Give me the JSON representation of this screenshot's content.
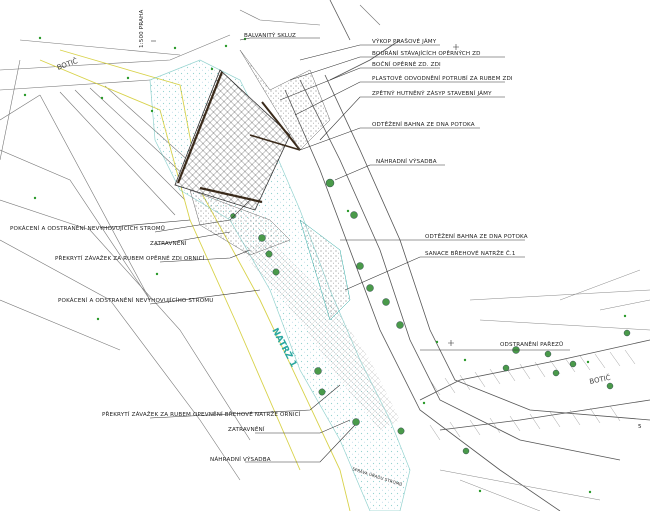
{
  "drawing": {
    "scale_note": "1:500 PRAHA",
    "street_left": "BOTIČ",
    "street_right": "BOTIČ",
    "river_name": "NATRŽ 1",
    "right_edge_label": "5",
    "bottom_road": "SPRÁVA ÚŘADU STROMŮ"
  },
  "labels_right": [
    {
      "id": "vykop",
      "text": "VÝKOP PRAŠOVÉ JÁMY"
    },
    {
      "id": "bouran",
      "text": "BOURÁNÍ STÁVAJÍCÍCH OPĚRNÝCH ZD"
    },
    {
      "id": "bocni",
      "text": "BOČNÍ OPĚRNÉ ZD. ZDI"
    },
    {
      "id": "plastove",
      "text": "PLASTOVÉ ODVODNĚNÍ POTRUBÍ ZA RUBEM ZDI"
    },
    {
      "id": "zpetny",
      "text": "ZPĚTNÝ HUTNĚNÝ ZÁSYP STAVEBNÍ JÁMY"
    },
    {
      "id": "odtezeni1",
      "text": "ODTĚŽENÍ BAHNA ZE DNA POTOKA"
    },
    {
      "id": "nahradni1",
      "text": "NÁHRADNÍ VÝSADBA"
    },
    {
      "id": "odtezeni2",
      "text": "ODTĚŽENÍ BAHNA ZE DNA POTOKA"
    },
    {
      "id": "sanace",
      "text": "SANACE BŘEHOVÉ NATRŽE Č.1"
    },
    {
      "id": "odstraneni",
      "text": "ODSTRANĚNÍ PAŘEZŮ"
    }
  ],
  "labels_top": [
    {
      "id": "balvanity",
      "text": "BALVANITÝ SKLUZ"
    }
  ],
  "labels_left": [
    {
      "id": "pokaceni1",
      "text": "POKÁCENÍ A ODSTRANĚNÍ NEVYHOVUJÍCÍCH STROMŮ"
    },
    {
      "id": "zatravneni1",
      "text": "ZATRAVNĚNÍ"
    },
    {
      "id": "prekryti1",
      "text": "PŘEKRYTÍ ZÁVAŽEK ZA RUBEM OPĚRNÉ ZDI ORNICÍ"
    },
    {
      "id": "pokaceni2",
      "text": "POKÁCENÍ A ODSTRANĚNÍ NEVYHOVUJÍCÍHO STROMU"
    },
    {
      "id": "prekryti2",
      "text": "PŘEKRYTÍ ZÁVAŽEK ZA RUBEM OPEVNĚNÍ BŘEHOVÉ NATRŽE ORNICÍ"
    },
    {
      "id": "zatravneni2",
      "text": "ZATRAVNĚNÍ"
    },
    {
      "id": "nahradni2",
      "text": "NÁHRADNÍ VÝSADBA"
    }
  ],
  "colors": {
    "line": "#555555",
    "teal": "#2aa7a0",
    "green": "#2a9a2a",
    "tree_fill": "#4a9a4a",
    "wall": "#3a2a1a",
    "yellow": "#d8d24a",
    "hatch": "#888888"
  }
}
